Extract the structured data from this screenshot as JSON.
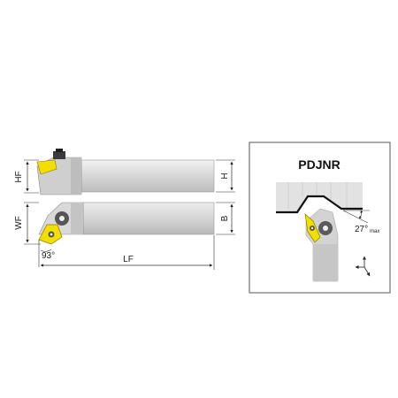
{
  "dimensions": {
    "hf": "HF",
    "h": "H",
    "wf": "WF",
    "b": "B",
    "lf": "LF",
    "angle": "93°"
  },
  "detail": {
    "title": "PDJNR",
    "approach_angle": "27°",
    "approach_angle_sub": "max"
  },
  "colors": {
    "body_light": "#e6e6e6",
    "body_mid": "#c9c9c9",
    "body_dark": "#a8a8a8",
    "insert": "#f2df00",
    "insert_edge": "#8a7a00",
    "outline": "#222222",
    "frame": "#555555"
  }
}
